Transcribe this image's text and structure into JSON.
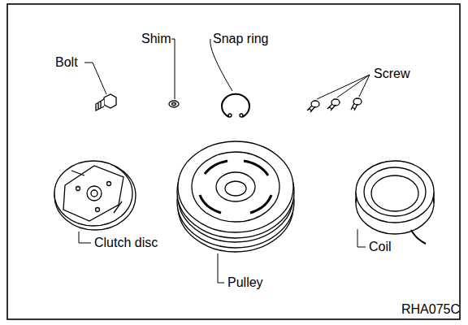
{
  "diagram": {
    "labels": [
      "Bolt",
      "Shim",
      "Snap ring",
      "Screw",
      "Clutch disc",
      "Pulley",
      "Coil",
      "RHA075C"
    ]
  }
}
